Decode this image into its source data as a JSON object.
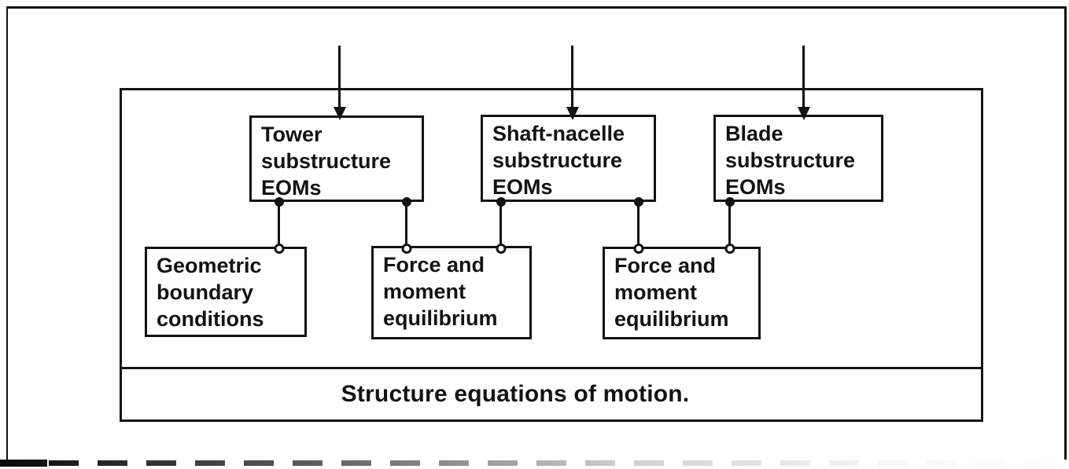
{
  "figure": {
    "colors": {
      "ink": "#131313",
      "paper": "#ffffff"
    },
    "top_row": [
      {
        "lines": [
          "Tower",
          "substructure",
          "EOMs"
        ]
      },
      {
        "lines": [
          "Shaft-nacelle",
          "substructure",
          "EOMs"
        ]
      },
      {
        "lines": [
          "Blade",
          "substructure",
          "EOMs"
        ]
      }
    ],
    "bottom_row": [
      {
        "lines": [
          "Geometric",
          "boundary",
          "conditions"
        ]
      },
      {
        "lines": [
          "Force and",
          "moment",
          "equilibrium"
        ]
      },
      {
        "lines": [
          "Force and",
          "moment",
          "equilibrium"
        ]
      }
    ],
    "footer_label": "Structure equations of motion."
  }
}
